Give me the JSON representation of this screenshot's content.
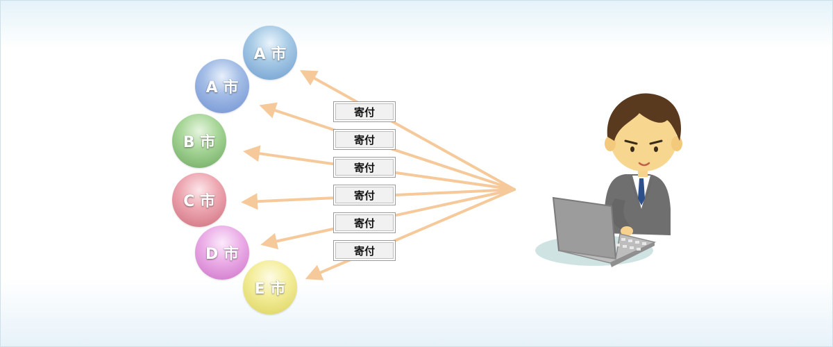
{
  "cities": [
    {
      "label": "A 市",
      "color": "#8fb6de"
    },
    {
      "label": "A 市",
      "color": "#8ea8e0"
    },
    {
      "label": "B 市",
      "color": "#86c27a"
    },
    {
      "label": "C 市",
      "color": "#e08b98"
    },
    {
      "label": "D 市",
      "color": "#e091dc"
    },
    {
      "label": "E 市",
      "color": "#ece27a"
    }
  ],
  "donation_label": "寄付",
  "arrow_color": "#f6c99a",
  "icons": [
    "person-at-laptop-icon"
  ]
}
